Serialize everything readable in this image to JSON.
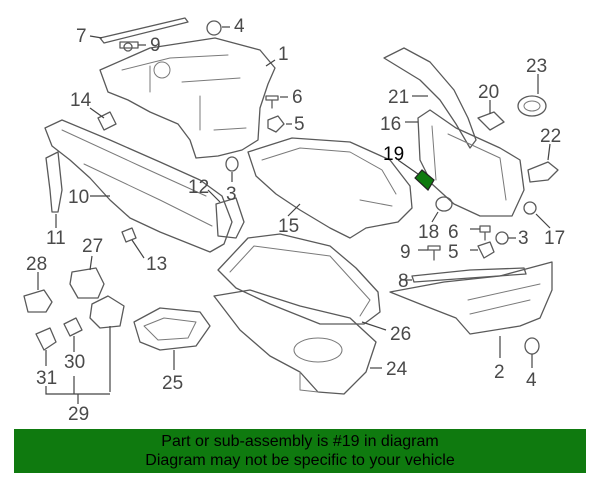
{
  "labels": {
    "p1": "1",
    "p2": "2",
    "p3a": "3",
    "p3b": "3",
    "p4a": "4",
    "p4b": "4",
    "p5a": "5",
    "p5b": "5",
    "p6a": "6",
    "p6b": "6",
    "p7": "7",
    "p8": "8",
    "p9a": "9",
    "p9b": "9",
    "p10": "10",
    "p11": "11",
    "p12": "12",
    "p13": "13",
    "p14": "14",
    "p15": "15",
    "p16": "16",
    "p17": "17",
    "p18": "18",
    "p19": "19",
    "p20": "20",
    "p21": "21",
    "p22": "22",
    "p23": "23",
    "p24": "24",
    "p25": "25",
    "p26": "26",
    "p27": "27",
    "p28": "28",
    "p29": "29",
    "p30": "30",
    "p31": "31"
  },
  "highlight": {
    "part": "19",
    "fill": "#0f7a0f"
  },
  "banner": {
    "line1": "Part or sub-assembly is #19 in diagram",
    "line2": "Diagram may not be specific to your vehicle",
    "background": "#0f7a0f"
  }
}
